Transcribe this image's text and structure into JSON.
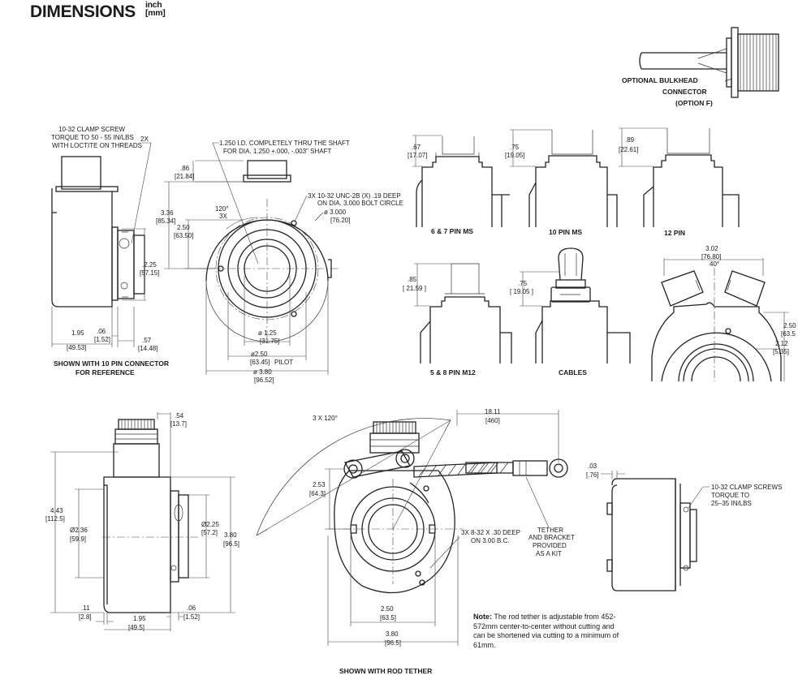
{
  "header": {
    "title": "DIMENSIONS",
    "unit_top": "inch",
    "unit_bottom": "[mm]"
  },
  "bulkhead": {
    "line1": "OPTIONAL BULKHEAD",
    "line2": "CONNECTOR",
    "line3": "(OPTION F)"
  },
  "side_view": {
    "callout1": "10-32 CLAMP SCREW",
    "callout2": "TORQUE TO 50 - 55 IN/LBS",
    "callout3": "WITH LOCTITE ON THREADS",
    "qty": "2X",
    "d225": ".2.25",
    "d225mm": "[57.15]",
    "d195": "1.95",
    "d195mm": "[49.53]",
    "d06": ".06",
    "d06mm": "[1.52]",
    "d57": ".57",
    "d57mm": "[14.48]",
    "caption1": "SHOWN WITH 10 PIN CONNECTOR",
    "caption2": "FOR REFERENCE"
  },
  "front_view": {
    "bore1": "1.250 I.D. COMPLETELY THRU THE SHAFT",
    "bore2": "FOR DIA. 1.250 +.000, -.003\" SHAFT",
    "d86": ".86",
    "d86mm": "[21.84]",
    "d336": "3.36",
    "d336mm": "[85.34]",
    "d250": "2.50",
    "d250mm": "[63.50]",
    "a120": "120°",
    "a3x": "3X",
    "holes1": "3X  10-32 UNC-2B (X) .19 DEEP",
    "holes2": "ON DIA. 3.000 BOLT CIRCLE",
    "d3000": "ø  3.000",
    "d3000mm": "[76.20]",
    "d125": "ø 1.25",
    "d125mm": "[31.75]",
    "pilot": "ø2.50",
    "pilotmm": "[63.45]",
    "pilotlbl": "PILOT",
    "d380": "ø 3.80",
    "d380mm": "[96.52]"
  },
  "connectors": {
    "c1": {
      "dim": ".67",
      "dimmm": "[17.07]",
      "label": "6 & 7 PIN MS"
    },
    "c2": {
      "dim": ".75",
      "dimmm": "[19.05]",
      "label": "10 PIN MS"
    },
    "c3": {
      "dim": ".89",
      "dimmm": "[22.61]",
      "label": "12 PIN"
    },
    "c4": {
      "dim": ".85",
      "dimmm": "[ 21.59 ]",
      "label": "5 & 8 PIN M12"
    },
    "c5": {
      "dim": ".75",
      "dimmm": "[ 19.05 ]",
      "label": "CABLES"
    }
  },
  "dual_view": {
    "d302": "3.02",
    "d302mm": "[76.80]",
    "angle": "40°",
    "d250": "2.50",
    "d250mm": "[63.5",
    "d212": "2.12",
    "d212mm": "[5.35]"
  },
  "bottom_left": {
    "d54": ".54",
    "d54mm": "[13.7]",
    "d443": "4.43",
    "d443mm": "[112.5]",
    "d236": "Ø2.36",
    "d236mm": "[59.9]",
    "d225": "Ø2.25",
    "d225mm": "[57.2]",
    "d380": "3.80",
    "d380mm": "[96.5]",
    "d11": ".11",
    "d11mm": "[2.8]",
    "d195": "1.95",
    "d195mm": "[49.5]",
    "d06": ".06",
    "d06mm": "[1.52]"
  },
  "tether_view": {
    "angle": "3 X 120°",
    "d1811": "18.11",
    "d1811mm": "[460]",
    "d253": "2.53",
    "d253mm": "[64.3]",
    "holes1": "3X  8-32  X .30 DEEP",
    "holes2": "ON  3.00 B.C.",
    "kit1": "TETHER",
    "kit2": "AND BRACKET",
    "kit3": "PROVIDED",
    "kit4": "AS A KIT",
    "d250": "2.50",
    "d250mm": "[63.5]",
    "d380": "3.80",
    "d380mm": "[96.5]",
    "caption": "SHOWN WITH ROD TETHER"
  },
  "right_view": {
    "d03": ".03",
    "d03mm": "[.76]",
    "c1": "10-32 CLAMP SCREWS",
    "c2": "TORQUE TO",
    "c3": "25–35 IN/LBS"
  },
  "note": {
    "label": "Note:",
    "text": "The rod tether is adjustable from 452-572mm center-to-center without cutting and can be shortened via cutting to a minimum of 61mm."
  }
}
